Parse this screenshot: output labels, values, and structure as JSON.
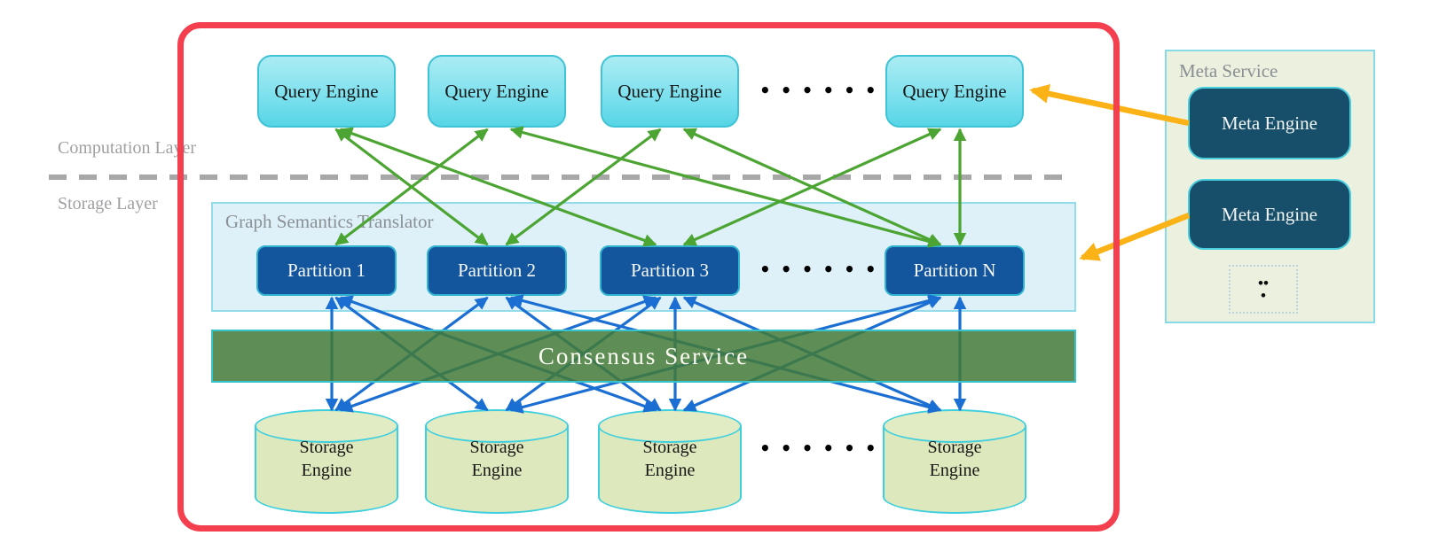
{
  "layers": {
    "computation_label": "Computation Layer",
    "storage_label": "Storage Layer"
  },
  "query_engines": [
    {
      "label": "Query Engine"
    },
    {
      "label": "Query Engine"
    },
    {
      "label": "Query Engine"
    },
    {
      "label": "Query Engine"
    }
  ],
  "translator": {
    "label": "Graph Semantics Translator",
    "partitions": [
      {
        "label": "Partition 1"
      },
      {
        "label": "Partition 2"
      },
      {
        "label": "Partition 3"
      },
      {
        "label": "Partition N"
      }
    ]
  },
  "consensus": {
    "label": "Consensus  Service"
  },
  "storage_engines": [
    {
      "label": "Storage Engine"
    },
    {
      "label": "Storage Engine"
    },
    {
      "label": "Storage Engine"
    },
    {
      "label": "Storage Engine"
    }
  ],
  "meta_service": {
    "title": "Meta Service",
    "engines": [
      {
        "label": "Meta Engine"
      },
      {
        "label": "Meta Engine"
      }
    ],
    "vertical_ellipsis": "•••"
  },
  "ellipsis": {
    "horizontal": "••••••"
  },
  "colors": {
    "red_frame": "#f43f4f",
    "arrow_green": "#4ca433",
    "arrow_blue": "#1b6ed2",
    "arrow_orange": "#fbb216",
    "dashed_divider": "#a7a7a7",
    "query_engine_fill_top": "#abecf3",
    "query_engine_fill_bottom": "#57d5e6",
    "partition_fill": "#14569d",
    "translator_fill": "#def1f9",
    "consensus_fill": "#427a37",
    "cylinder_fill": "#dde8bd",
    "meta_box_fill": "#ebf0df",
    "meta_engine_fill": "#174f6b",
    "cyan_border": "#3fc3d5",
    "label_gray": "#9fa0a3"
  },
  "edges": {
    "query_to_partition": [
      [
        0,
        1
      ],
      [
        0,
        2
      ],
      [
        1,
        0
      ],
      [
        1,
        3
      ],
      [
        2,
        1
      ],
      [
        2,
        3
      ],
      [
        3,
        2
      ],
      [
        3,
        3
      ]
    ],
    "partition_to_storage": [
      [
        0,
        0
      ],
      [
        0,
        1
      ],
      [
        0,
        2
      ],
      [
        1,
        0
      ],
      [
        1,
        2
      ],
      [
        1,
        3
      ],
      [
        2,
        0
      ],
      [
        2,
        1
      ],
      [
        2,
        2
      ],
      [
        2,
        3
      ],
      [
        3,
        1
      ],
      [
        3,
        2
      ],
      [
        3,
        3
      ]
    ],
    "meta_links": [
      {
        "from": "meta-engine-1",
        "to": "query-engine-4"
      },
      {
        "from": "meta-engine-2",
        "to": "graph-semantics-translator"
      }
    ]
  }
}
